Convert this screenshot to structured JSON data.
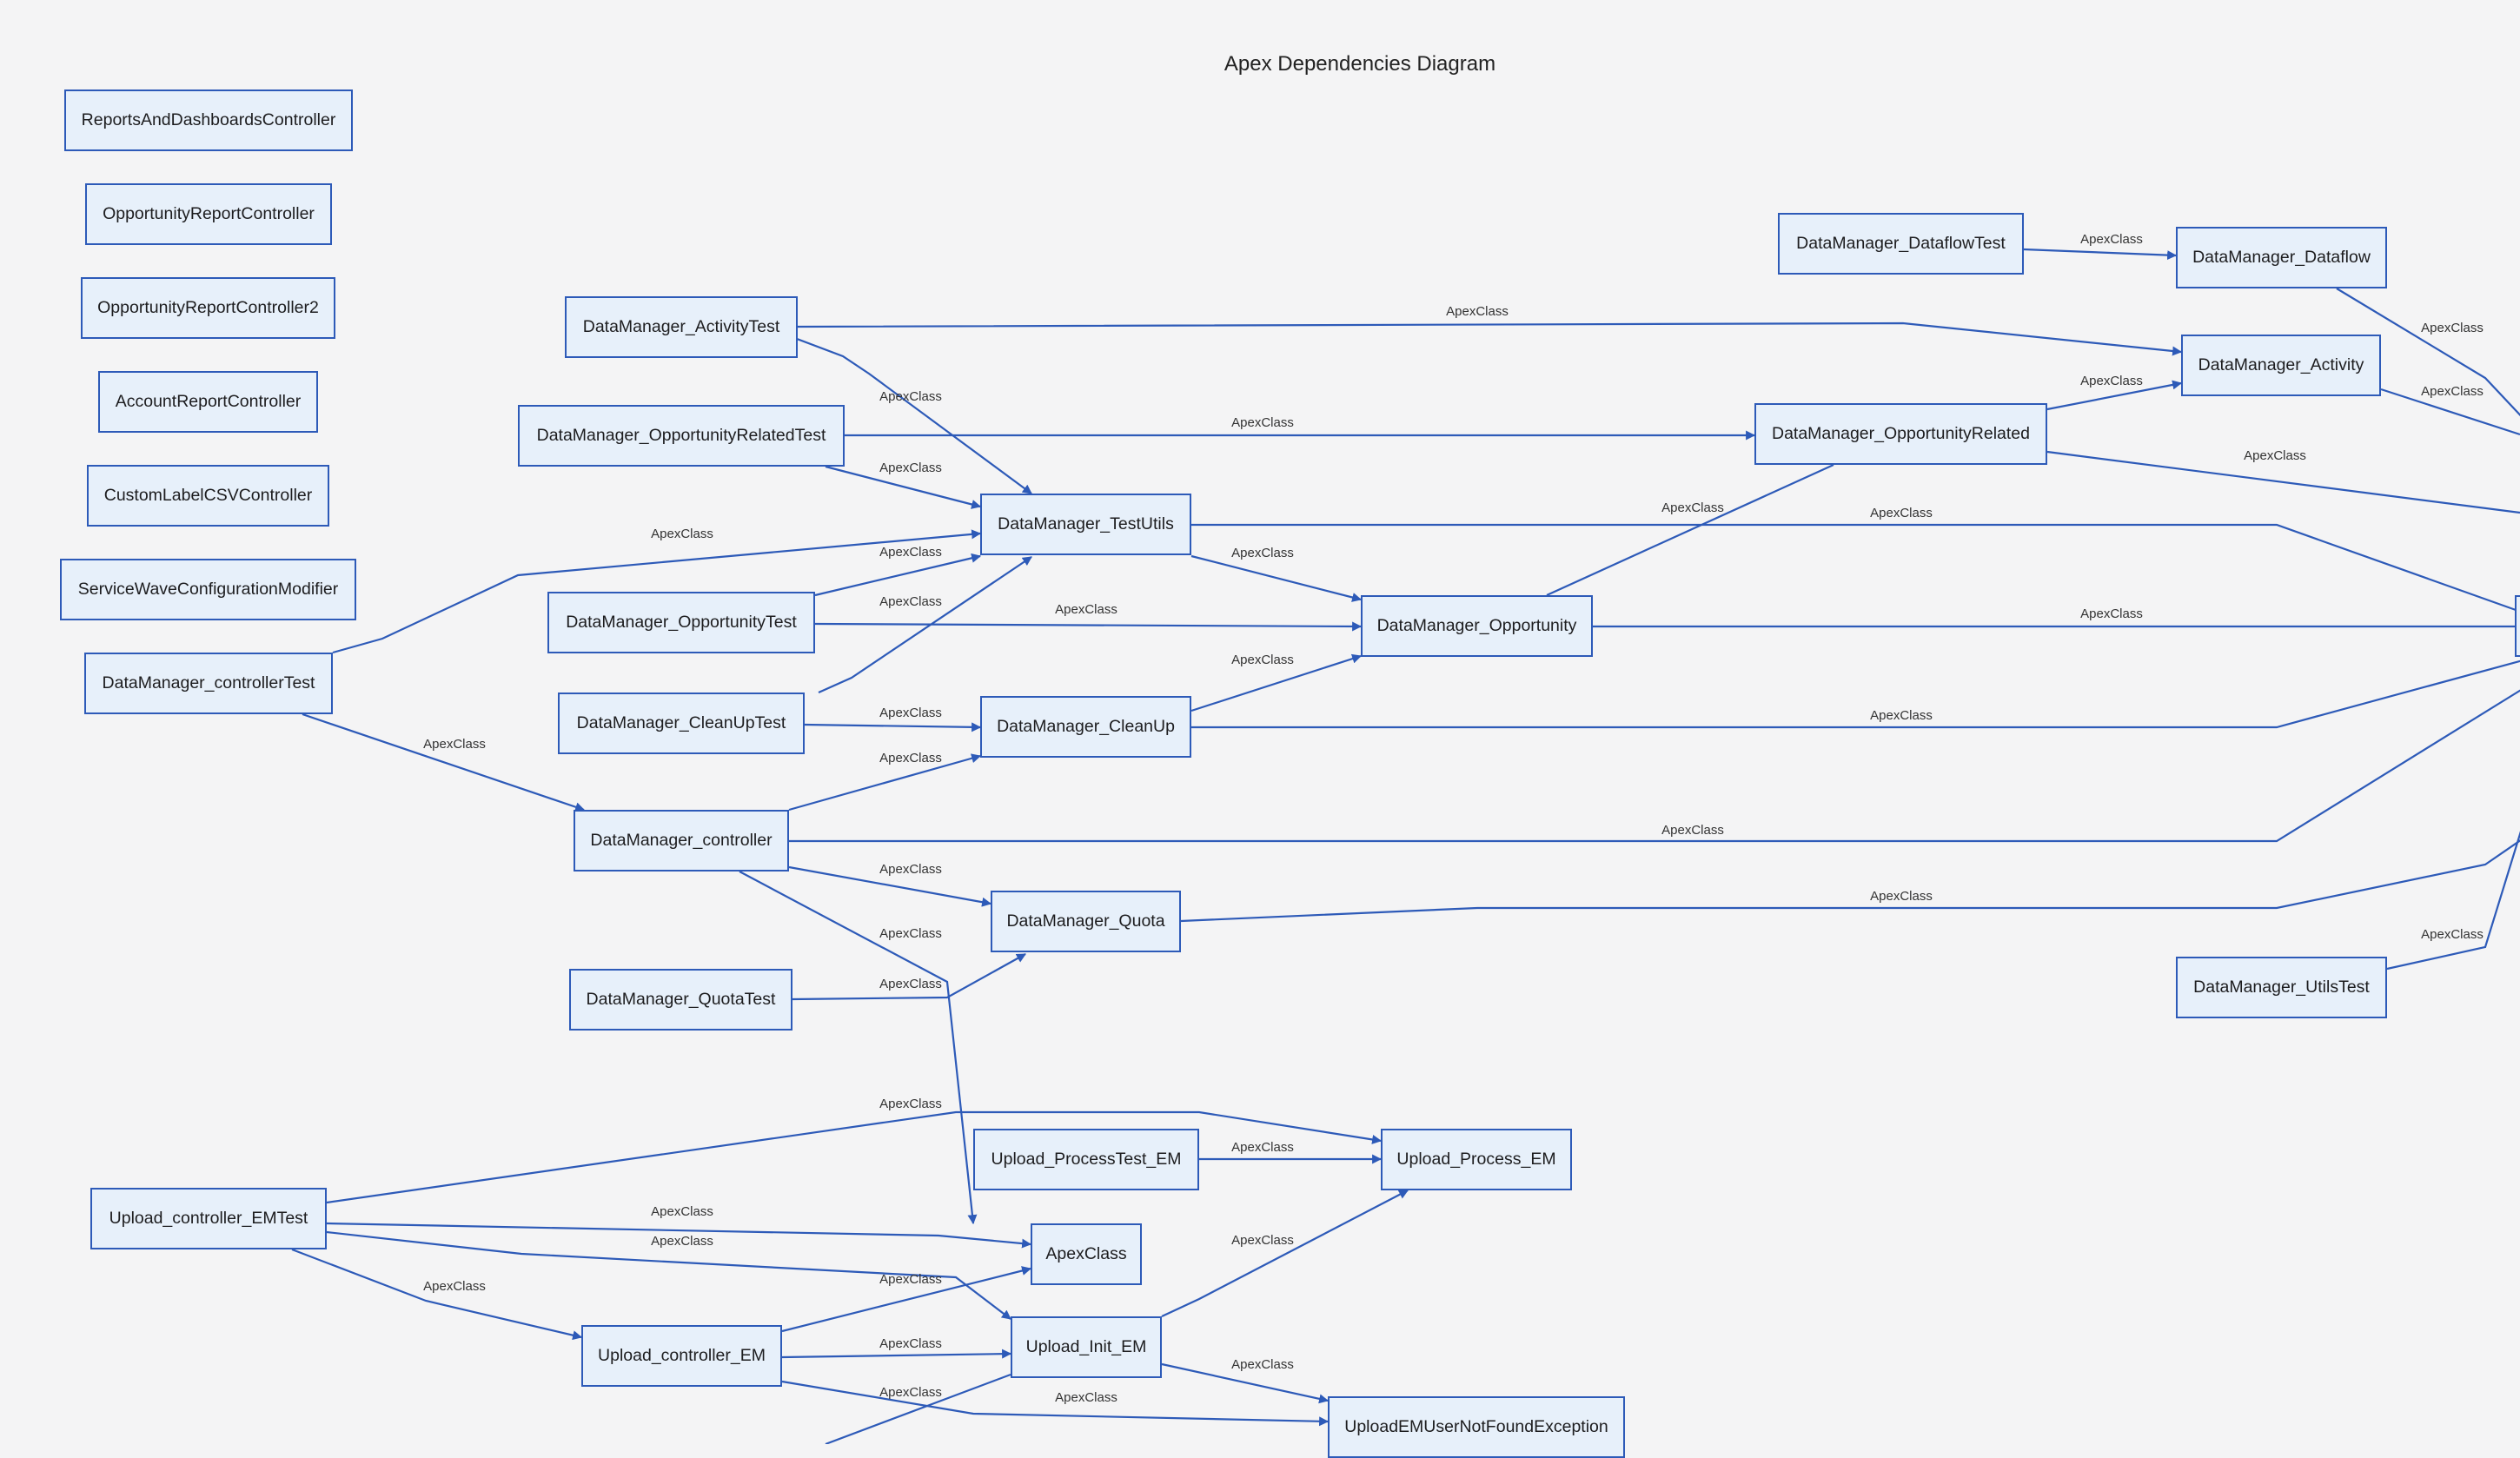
{
  "diagram": {
    "title": "Apex Dependencies Diagram",
    "nodes": {
      "reports_and_dashboards_controller": "ReportsAndDashboardsController",
      "opportunity_report_controller": "OpportunityReportController",
      "opportunity_report_controller2": "OpportunityReportController2",
      "account_report_controller": "AccountReportController",
      "custom_label_csv_controller": "CustomLabelCSVController",
      "service_wave_configuration_modifier": "ServiceWaveConfigurationModifier",
      "datamanager_controller_test": "DataManager_controllerTest",
      "datamanager_activity_test": "DataManager_ActivityTest",
      "datamanager_opportunity_related_test": "DataManager_OpportunityRelatedTest",
      "datamanager_opportunity_test": "DataManager_OpportunityTest",
      "datamanager_cleanup_test": "DataManager_CleanUpTest",
      "datamanager_controller": "DataManager_controller",
      "datamanager_quota_test": "DataManager_QuotaTest",
      "datamanager_testutils": "DataManager_TestUtils",
      "datamanager_cleanup": "DataManager_CleanUp",
      "datamanager_quota": "DataManager_Quota",
      "datamanager_opportunity": "DataManager_Opportunity",
      "datamanager_opportunity_related": "DataManager_OpportunityRelated",
      "datamanager_dataflow_test": "DataManager_DataflowTest",
      "datamanager_dataflow": "DataManager_Dataflow",
      "datamanager_activity": "DataManager_Activity",
      "datamanager_utils_test": "DataManager_UtilsTest",
      "upload_process_test_em": "Upload_ProcessTest_EM",
      "upload_process_em": "Upload_Process_EM",
      "upload_controller_em_test": "Upload_controller_EMTest",
      "apex_class": "ApexClass",
      "upload_controller_em": "Upload_controller_EM",
      "upload_init_em": "Upload_Init_EM",
      "upload_em_user_not_found_exception": "UploadEMUserNotFoundException"
    },
    "edge_label": "ApexClass"
  }
}
